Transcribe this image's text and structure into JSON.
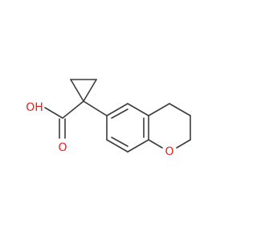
{
  "molecule": {
    "atoms": {
      "hydroxyl": "OH",
      "carbonyl_oxygen": "O",
      "ring_oxygen": "O"
    },
    "colors": {
      "bond": "#3c3c3c",
      "oxygen": "#e8211c",
      "hydrogen": "#3c3c3c"
    }
  }
}
